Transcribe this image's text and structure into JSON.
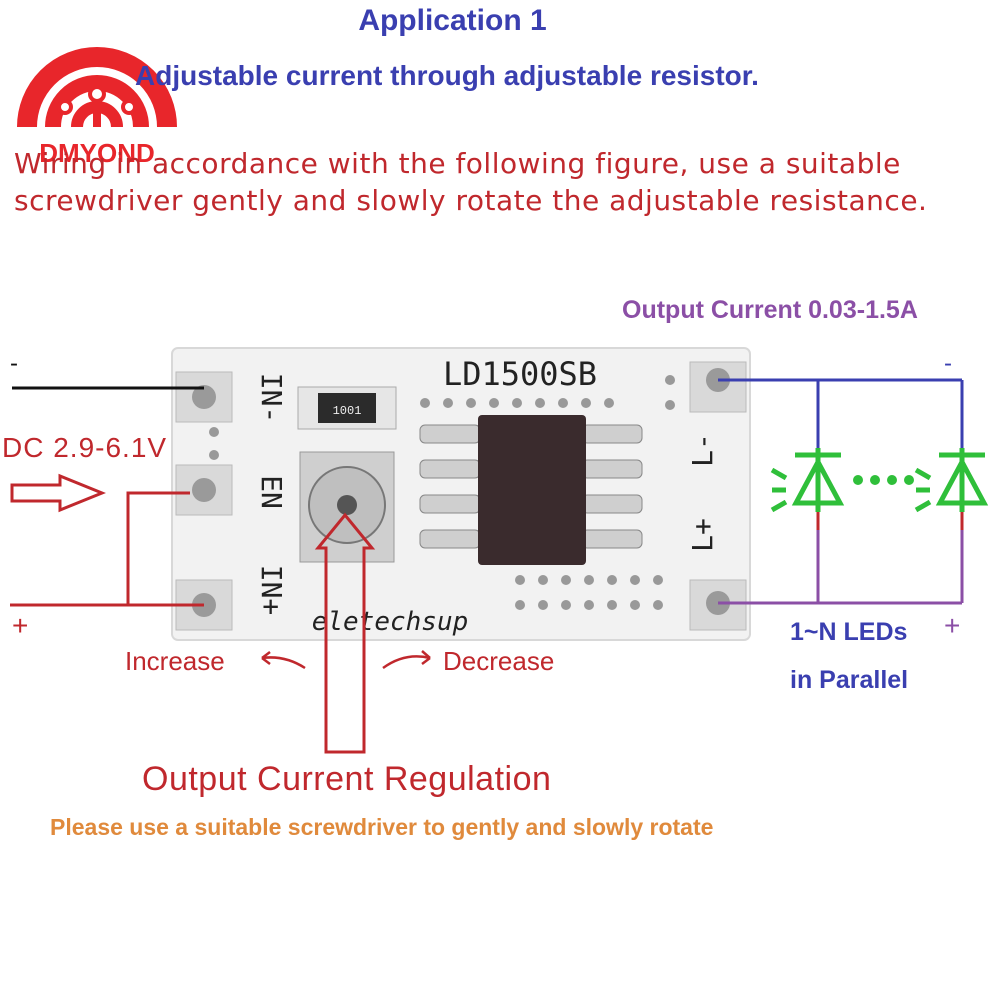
{
  "brand": {
    "logo_text": "DMYOND"
  },
  "header": {
    "title": "Application 1",
    "subtitle": "Adjustable current through adjustable resistor."
  },
  "instructions": "Wiring in accordance with the following figure, use a suitable screwdriver gently and slowly rotate the adjustable resistance.",
  "board": {
    "model": "LD1500SB",
    "resistor_code": "1001",
    "pins_left": [
      "IN-",
      "EN",
      "IN+"
    ],
    "pins_right": [
      "L-",
      "L+"
    ],
    "silkscreen": "eletechsup"
  },
  "input": {
    "minus": "-",
    "plus": "+",
    "voltage": "DC 2.9-6.1V"
  },
  "output": {
    "current_range": "Output Current 0.03-1.5A",
    "minus": "-",
    "plus": "+",
    "leds_line1": "1~N LEDs",
    "leds_line2": "in Parallel"
  },
  "adjust": {
    "increase": "Increase",
    "decrease": "Decrease",
    "regulation": "Output Current Regulation",
    "note": "Please use a suitable screwdriver to gently and slowly rotate"
  },
  "colors": {
    "heading": "#3a3fb0",
    "instruction": "#c0282d",
    "output_label": "#8b4fa6",
    "note": "#e08a3c",
    "logo": "#e8262b",
    "led": "#2fbf3a"
  }
}
